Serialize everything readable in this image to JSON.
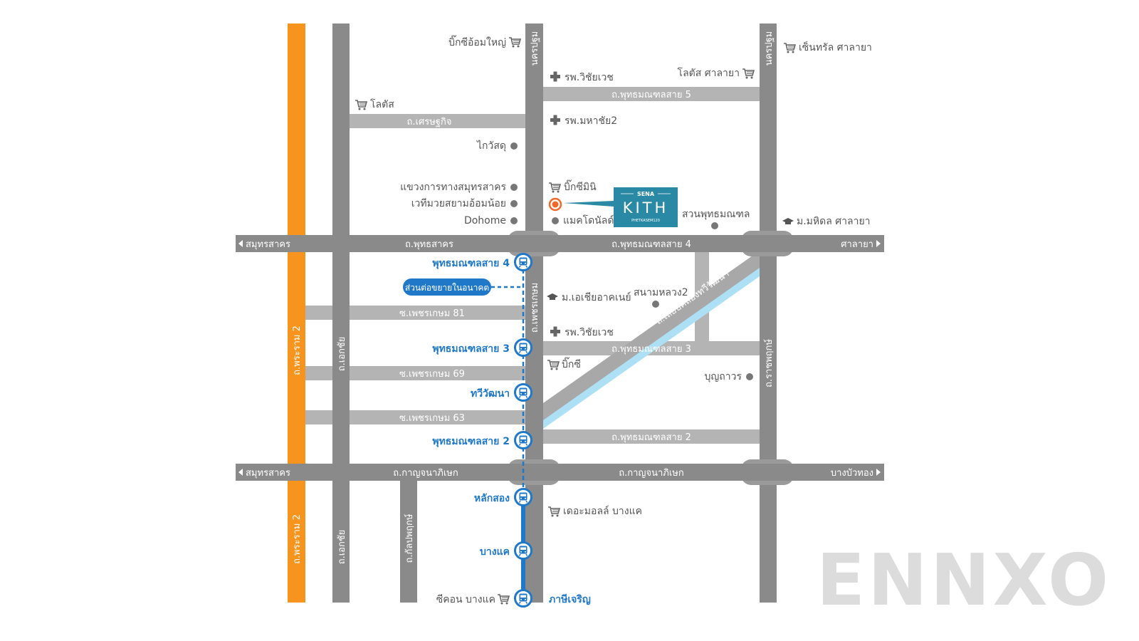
{
  "colors": {
    "road_main": "#8a8a8a",
    "road_minor": "#b4b4b4",
    "highway": "#f7941d",
    "canal": "#aee0f5",
    "rail": "#1f78c8",
    "text": "#555555",
    "project": "#2a8aa6",
    "marker": "#ef6a2a",
    "watermark": "#dcdcdc"
  },
  "roads": {
    "rama2": "ถ.พระราม 2",
    "ekkachai": "ถ.เอกชัย",
    "kanlapaphruek": "ถ.กัลปพฤกษ์",
    "phetkasem": "ถ.เพชรเกษม",
    "ratchaphruek": "ถ.ราชพฤกษ์",
    "nakhon_pathom": "นครปฐม",
    "setthakit": "ถ.เศรษฐกิจ",
    "phutthamonthon5": "ถ.พุทธมณฑลสาย 5",
    "phuttha_sakhon": "ถ.พุทธสาคร",
    "phutthamonthon4": "ถ.พุทธมณฑลสาย 4",
    "soi81": "ซ.เพชรเกษม 81",
    "phutthamonthon3": "ถ.พุทธมณฑลสาย 3",
    "soi69": "ซ.เพชรเกษม 69",
    "soi63": "ซ.เพชรเกษม 63",
    "phutthamonthon2": "ถ.พุทธมณฑลสาย 2",
    "kanchanaphisek": "ถ.กาญจนาภิเษก",
    "canal_road": "ถ.เลียบคลองทวีวัฒนา",
    "left_top": "สมุทรสาคร",
    "right_top": "ศาลายา",
    "left_bottom": "สมุทรสาคร",
    "right_bottom": "บางบัวทอง"
  },
  "stations": [
    {
      "name": "พุทธมณฑลสาย 4"
    },
    {
      "name": "พุทธมณฑลสาย 3"
    },
    {
      "name": "ทวีวัฒนา"
    },
    {
      "name": "พุทธมณฑลสาย 2"
    },
    {
      "name": "หลักสอง"
    },
    {
      "name": "บางแค"
    },
    {
      "name": "ภาษีเจริญ"
    }
  ],
  "extension_label": "ส่วนต่อขยายในอนาคต",
  "project": {
    "brand": "SENA",
    "name": "KITH",
    "sub": "PHETKASEM120"
  },
  "poi": {
    "bigc_omnoi": "บิ๊กซีอ้อมใหญ่",
    "lotus": "โลตัส",
    "central_salaya": "เซ็นทรัล ศาลายา",
    "lotus_salaya": "โลตัส ศาลายา",
    "hosp_wichai": "รพ.วิชัยเวช",
    "hosp_mahachai2": "รพ.มหาชัย2",
    "kaiwasdu": "ไกวัสดุ",
    "highway_office": "แขวงการทางสมุทรสาคร",
    "muay_thai": "เวทีมวยสยามอ้อมน้อย",
    "dohome": "Dohome",
    "bigc_mini": "บิ๊กซีมินิ",
    "mcdonalds": "แมคโดนัลด์",
    "phutthamonthon_park": "สวนพุทธมณฑล",
    "mahidol": "ม.มหิดล ศาลายา",
    "assumption": "ม.เอเชียอาคเนย์",
    "sanamluang2": "สนามหลวง2",
    "hosp_wichai2": "รพ.วิชัยเวช",
    "bigc": "บิ๊กซี",
    "boonthavorn": "บุญถาวร",
    "themall": "เดอะมอลล์ บางแค",
    "seacon": "ซีคอน บางแค"
  },
  "watermark": "ENNXO"
}
